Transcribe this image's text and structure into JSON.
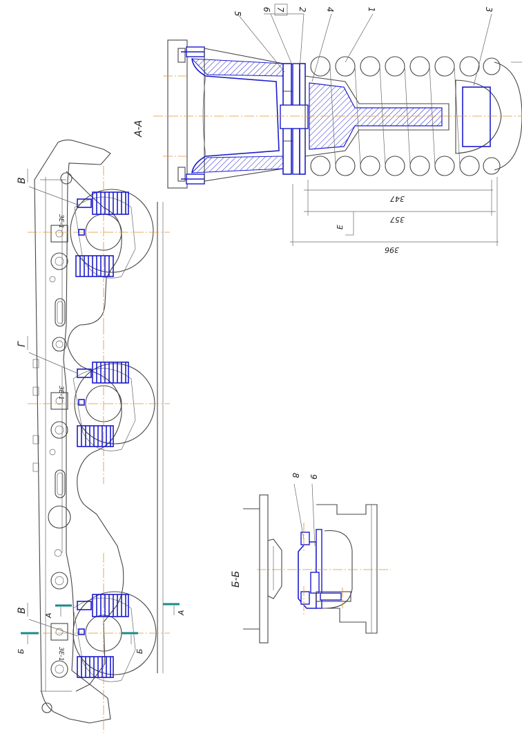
{
  "colors": {
    "contour": "#444444",
    "highlight": "#1a1acc",
    "centerline": "#e09030",
    "section_mark": "#1a8a8a"
  },
  "section_aa": {
    "title": "А-А",
    "callouts": [
      "5",
      "6",
      "7",
      "2",
      "4",
      "1",
      "3"
    ],
    "dimensions": [
      "347",
      "357",
      "396"
    ],
    "dim_label": "E"
  },
  "bogie": {
    "labels": [
      "В",
      "Г",
      "В"
    ],
    "plates": [
      "ЗЕ-1",
      "ЗЕ-1",
      "ЗЕ-1"
    ],
    "section_marks": [
      "А",
      "А",
      "Б",
      "Б"
    ]
  },
  "section_bb": {
    "title": "Б-Б",
    "callouts": [
      "8",
      "9"
    ]
  }
}
